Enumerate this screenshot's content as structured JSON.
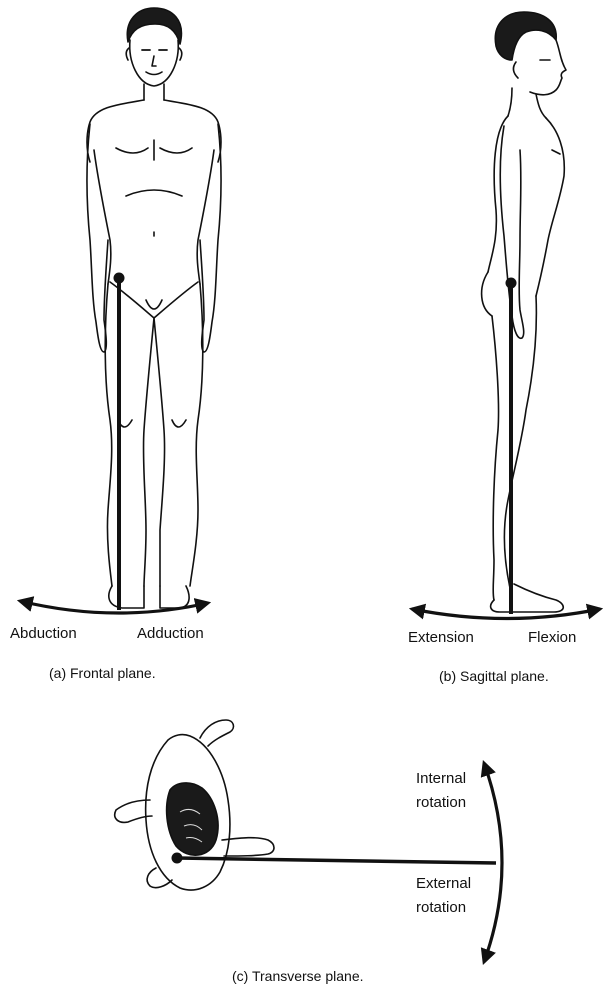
{
  "panels": {
    "frontal": {
      "caption": "(a) Frontal plane.",
      "left_label": "Abduction",
      "right_label": "Adduction"
    },
    "sagittal": {
      "caption": "(b) Sagittal plane.",
      "left_label": "Extension",
      "right_label": "Flexion"
    },
    "transverse": {
      "caption": "(c) Transverse plane.",
      "upper_label_line1": "Internal",
      "upper_label_line2": "rotation",
      "lower_label_line1": "External",
      "lower_label_line2": "rotation"
    }
  }
}
